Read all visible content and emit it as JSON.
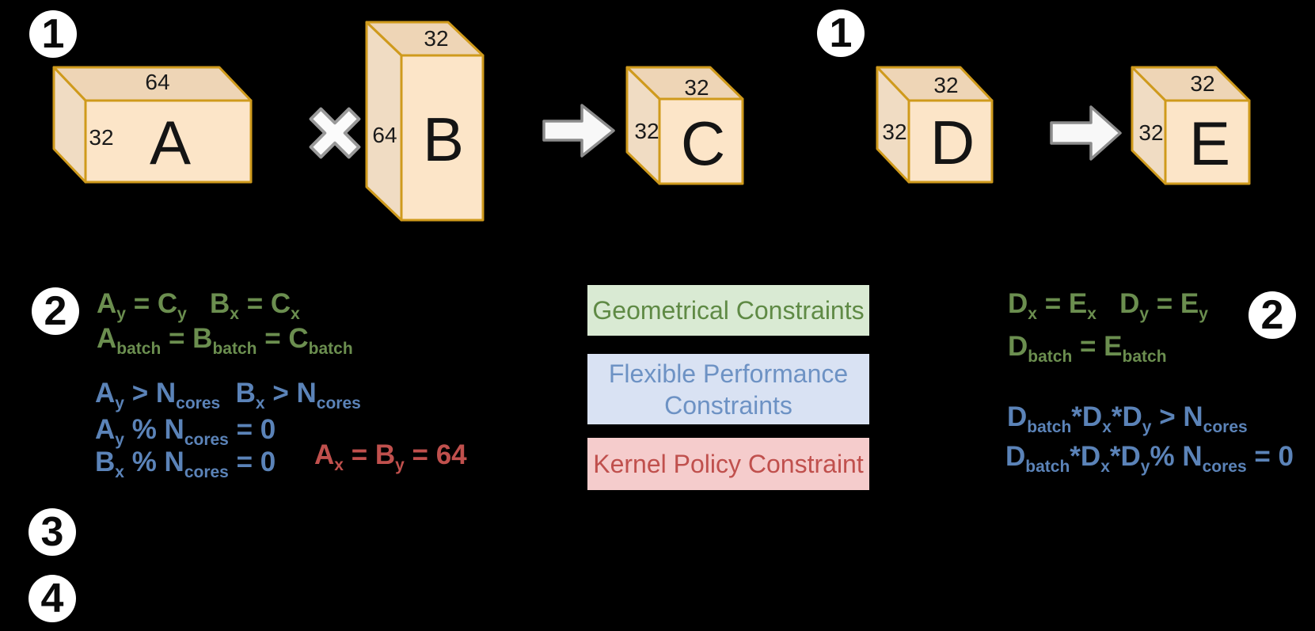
{
  "diagram": {
    "badges": {
      "matmul_shapes_step": "1",
      "matmul_constraints_step": "2",
      "unary_shapes_step": "1",
      "unary_constraints_step": "2",
      "step_three": "3",
      "step_four": "4"
    },
    "tensors": {
      "A": {
        "name": "A",
        "top_dim": "64",
        "side_dim": "32"
      },
      "B": {
        "name": "B",
        "top_dim": "32",
        "side_dim": "64"
      },
      "C": {
        "name": "C",
        "top_dim": "32",
        "side_dim": "32"
      },
      "D": {
        "name": "D",
        "top_dim": "32",
        "side_dim": "32"
      },
      "E": {
        "name": "E",
        "top_dim": "32",
        "side_dim": "32"
      }
    },
    "equations": {
      "matmul": {
        "geometrical": [
          "A_{y} = C_{y}   B_{x} = C_{x}",
          "A_{batch} = B_{batch} = C_{batch}"
        ],
        "performance": [
          "A_{y} > N_{cores}  B_{x} > N_{cores}",
          "A_{y} % N_{cores} = 0",
          "B_{x} % N_{cores} = 0"
        ],
        "policy": "A_{x} = B_{y} = 64"
      },
      "unary": {
        "geometrical": [
          "D_{x} = E_{x}   D_{y} = E_{y}",
          "D_{batch} = E_{batch}"
        ],
        "performance": [
          "D_{batch}*D_{x}*D_{y} > N_{cores}",
          "D_{batch}*D_{x}*D_{y}% N_{cores} = 0"
        ]
      }
    },
    "legend": {
      "geometrical": "Geometrical Constraints",
      "performance": "Flexible Performance Constraints",
      "policy": "Kernel Policy Constraint"
    },
    "colors": {
      "background": "#000000",
      "geometrical_text": "#6b8e4f",
      "geometrical_fill": "#d9ead3",
      "performance_text": "#5b83b8",
      "performance_fill": "#d9e2f3",
      "policy_text": "#c0504d",
      "policy_fill": "#f5cccc",
      "tensor_front_fill": "#fce5c8",
      "tensor_top_fill": "#eed5b6",
      "tensor_side_fill": "#f0dcc3",
      "tensor_stroke": "#cf9a1c",
      "badge_fill": "#ffffff"
    }
  }
}
